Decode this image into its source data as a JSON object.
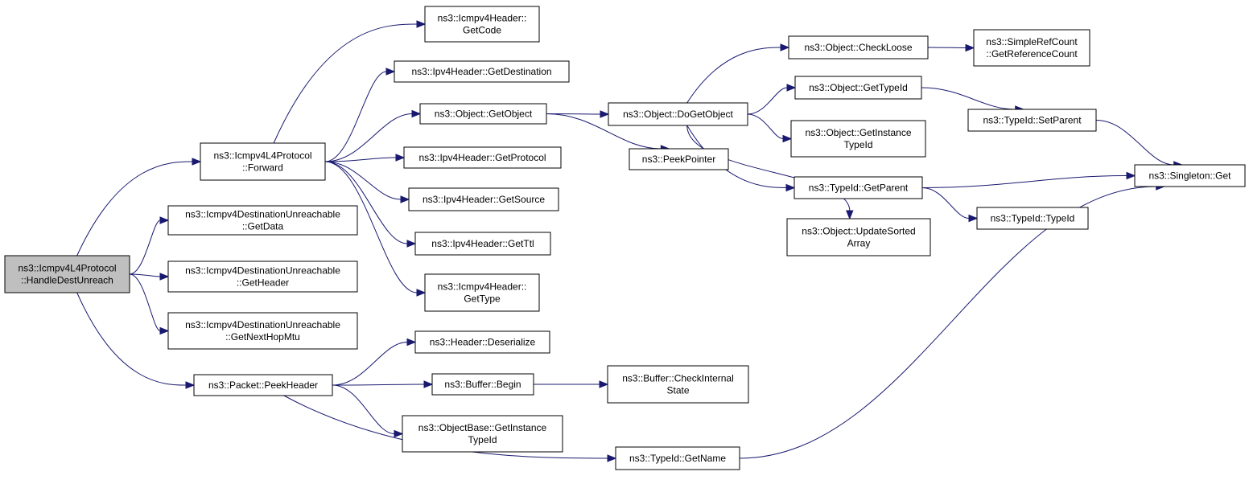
{
  "colors": {
    "edge": "#191970",
    "node_fill": "#ffffff",
    "root_fill": "#bfbfbf",
    "border": "#000000"
  },
  "nodes": [
    {
      "id": "handle",
      "lines": [
        "ns3::Icmpv4L4Protocol",
        "::HandleDestUnreach"
      ],
      "root": true
    },
    {
      "id": "forward",
      "lines": [
        "ns3::Icmpv4L4Protocol",
        "::Forward"
      ]
    },
    {
      "id": "getdata",
      "lines": [
        "ns3::Icmpv4DestinationUnreachable",
        "::GetData"
      ]
    },
    {
      "id": "getheader",
      "lines": [
        "ns3::Icmpv4DestinationUnreachable",
        "::GetHeader"
      ]
    },
    {
      "id": "getnexthop",
      "lines": [
        "ns3::Icmpv4DestinationUnreachable",
        "::GetNextHopMtu"
      ]
    },
    {
      "id": "peekheader",
      "lines": [
        "ns3::Packet::PeekHeader"
      ]
    },
    {
      "id": "getcode",
      "lines": [
        "ns3::Icmpv4Header::",
        "GetCode"
      ]
    },
    {
      "id": "getdest",
      "lines": [
        "ns3::Ipv4Header::GetDestination"
      ]
    },
    {
      "id": "getobject",
      "lines": [
        "ns3::Object::GetObject"
      ]
    },
    {
      "id": "getprotocol",
      "lines": [
        "ns3::Ipv4Header::GetProtocol"
      ]
    },
    {
      "id": "getsource",
      "lines": [
        "ns3::Ipv4Header::GetSource"
      ]
    },
    {
      "id": "getttl",
      "lines": [
        "ns3::Ipv4Header::GetTtl"
      ]
    },
    {
      "id": "gettype",
      "lines": [
        "ns3::Icmpv4Header::",
        "GetType"
      ]
    },
    {
      "id": "deserialize",
      "lines": [
        "ns3::Header::Deserialize"
      ]
    },
    {
      "id": "begin",
      "lines": [
        "ns3::Buffer::Begin"
      ]
    },
    {
      "id": "obgetinst",
      "lines": [
        "ns3::ObjectBase::GetInstance",
        "TypeId"
      ]
    },
    {
      "id": "dogetobject",
      "lines": [
        "ns3::Object::DoGetObject"
      ]
    },
    {
      "id": "peekpointer",
      "lines": [
        "ns3::PeekPointer"
      ]
    },
    {
      "id": "checkinternal",
      "lines": [
        "ns3::Buffer::CheckInternal",
        "State"
      ]
    },
    {
      "id": "getname",
      "lines": [
        "ns3::TypeId::GetName"
      ]
    },
    {
      "id": "checkloose",
      "lines": [
        "ns3::Object::CheckLoose"
      ]
    },
    {
      "id": "objgettypeid",
      "lines": [
        "ns3::Object::GetTypeId"
      ]
    },
    {
      "id": "objgetinst",
      "lines": [
        "ns3::Object::GetInstance",
        "TypeId"
      ]
    },
    {
      "id": "getparent",
      "lines": [
        "ns3::TypeId::GetParent"
      ]
    },
    {
      "id": "updatesorted",
      "lines": [
        "ns3::Object::UpdateSorted",
        "Array"
      ]
    },
    {
      "id": "getrefcount",
      "lines": [
        "ns3::SimpleRefCount",
        "::GetReferenceCount"
      ]
    },
    {
      "id": "setparent",
      "lines": [
        "ns3::TypeId::SetParent"
      ]
    },
    {
      "id": "typeid",
      "lines": [
        "ns3::TypeId::TypeId"
      ]
    },
    {
      "id": "singletonget",
      "lines": [
        "ns3::Singleton::Get"
      ]
    }
  ],
  "edges": [
    [
      "handle",
      "forward"
    ],
    [
      "handle",
      "getdata"
    ],
    [
      "handle",
      "getheader"
    ],
    [
      "handle",
      "getnexthop"
    ],
    [
      "handle",
      "peekheader"
    ],
    [
      "forward",
      "getcode"
    ],
    [
      "forward",
      "getdest"
    ],
    [
      "forward",
      "getobject"
    ],
    [
      "forward",
      "getprotocol"
    ],
    [
      "forward",
      "getsource"
    ],
    [
      "forward",
      "getttl"
    ],
    [
      "forward",
      "gettype"
    ],
    [
      "peekheader",
      "deserialize"
    ],
    [
      "peekheader",
      "begin"
    ],
    [
      "peekheader",
      "obgetinst"
    ],
    [
      "peekheader",
      "getname"
    ],
    [
      "getobject",
      "dogetobject"
    ],
    [
      "getobject",
      "peekpointer"
    ],
    [
      "begin",
      "checkinternal"
    ],
    [
      "getname",
      "singletonget"
    ],
    [
      "dogetobject",
      "checkloose"
    ],
    [
      "dogetobject",
      "objgettypeid"
    ],
    [
      "dogetobject",
      "objgetinst"
    ],
    [
      "dogetobject",
      "getparent"
    ],
    [
      "dogetobject",
      "updatesorted"
    ],
    [
      "checkloose",
      "getrefcount"
    ],
    [
      "objgettypeid",
      "setparent"
    ],
    [
      "getparent",
      "singletonget"
    ],
    [
      "getparent",
      "typeid"
    ],
    [
      "setparent",
      "singletonget"
    ]
  ]
}
